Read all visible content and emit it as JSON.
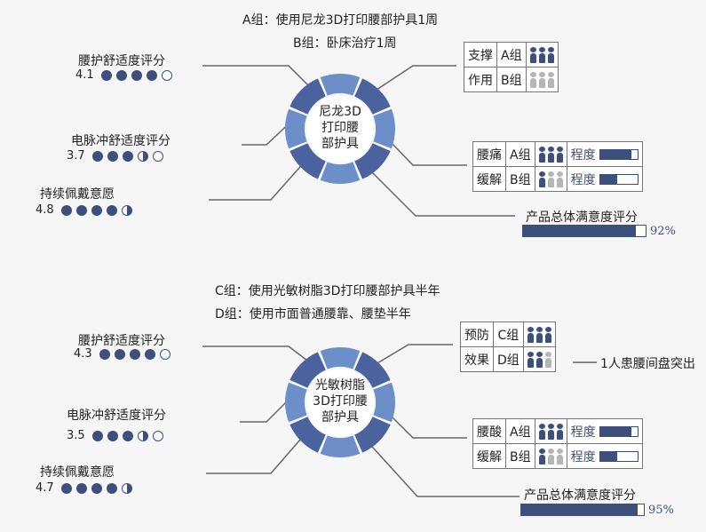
{
  "sections": [
    {
      "header_a": "A组：使用尼龙3D打印腰部护具1周",
      "header_b": "B组：卧床治疗1周",
      "center_lines": [
        "尼龙3D",
        "打印腰",
        "部护具"
      ],
      "ratings": [
        {
          "label": "腰护舒适度评分",
          "score": "4.1",
          "value": 4.1
        },
        {
          "label": "电脉冲舒适度评分",
          "score": "3.7",
          "value": 3.7
        },
        {
          "label": "持续佩戴意愿",
          "score": "4.8",
          "value": 4.8
        }
      ],
      "support_table": {
        "rows": [
          {
            "left": "支撑",
            "group": "A组",
            "people": [
              "b",
              "b",
              "b"
            ]
          },
          {
            "left": "作用",
            "group": "B组",
            "people": [
              "g",
              "g",
              "g"
            ]
          }
        ]
      },
      "support_note": "",
      "pain_table": {
        "degree_label": "程度",
        "rows": [
          {
            "left": "腰痛",
            "group": "A组",
            "people": [
              "b",
              "b",
              "b"
            ],
            "degree": 0.85
          },
          {
            "left": "缓解",
            "group": "B组",
            "people": [
              "b",
              "g",
              "g"
            ],
            "degree": 0.45
          }
        ]
      },
      "satisfaction": {
        "label": "产品总体满意度评分",
        "percent": "92%",
        "value": 0.92
      }
    },
    {
      "header_a": "C组：使用光敏树脂3D打印腰部护具半年",
      "header_b": "D组：使用市面普通腰靠、腰垫半年",
      "center_lines": [
        "光敏树脂",
        "3D打印腰",
        "部护具"
      ],
      "ratings": [
        {
          "label": "腰护舒适度评分",
          "score": "4.3",
          "value": 4.3
        },
        {
          "label": "电脉冲舒适度评分",
          "score": "3.5",
          "value": 3.5
        },
        {
          "label": "持续佩戴意愿",
          "score": "4.7",
          "value": 4.7
        }
      ],
      "support_table": {
        "rows": [
          {
            "left": "预防",
            "group": "C组",
            "people": [
              "b",
              "b",
              "b"
            ]
          },
          {
            "left": "效果",
            "group": "D组",
            "people": [
              "b",
              "b",
              "g"
            ]
          }
        ]
      },
      "support_note": "1人患腰间盘突出",
      "pain_table": {
        "degree_label": "程度",
        "rows": [
          {
            "left": "腰酸",
            "group": "A组",
            "people": [
              "b",
              "b",
              "b"
            ],
            "degree": 0.85
          },
          {
            "left": "缓解",
            "group": "B组",
            "people": [
              "b",
              "g",
              "g"
            ],
            "degree": 0.45
          }
        ]
      },
      "satisfaction": {
        "label": "产品总体满意度评分",
        "percent": "95%",
        "value": 0.95
      }
    }
  ],
  "colors": {
    "dark": "#3d4f7c",
    "ring_a": "#4a639e",
    "ring_b": "#6d8fc9",
    "grey": "#b5b5b5"
  }
}
